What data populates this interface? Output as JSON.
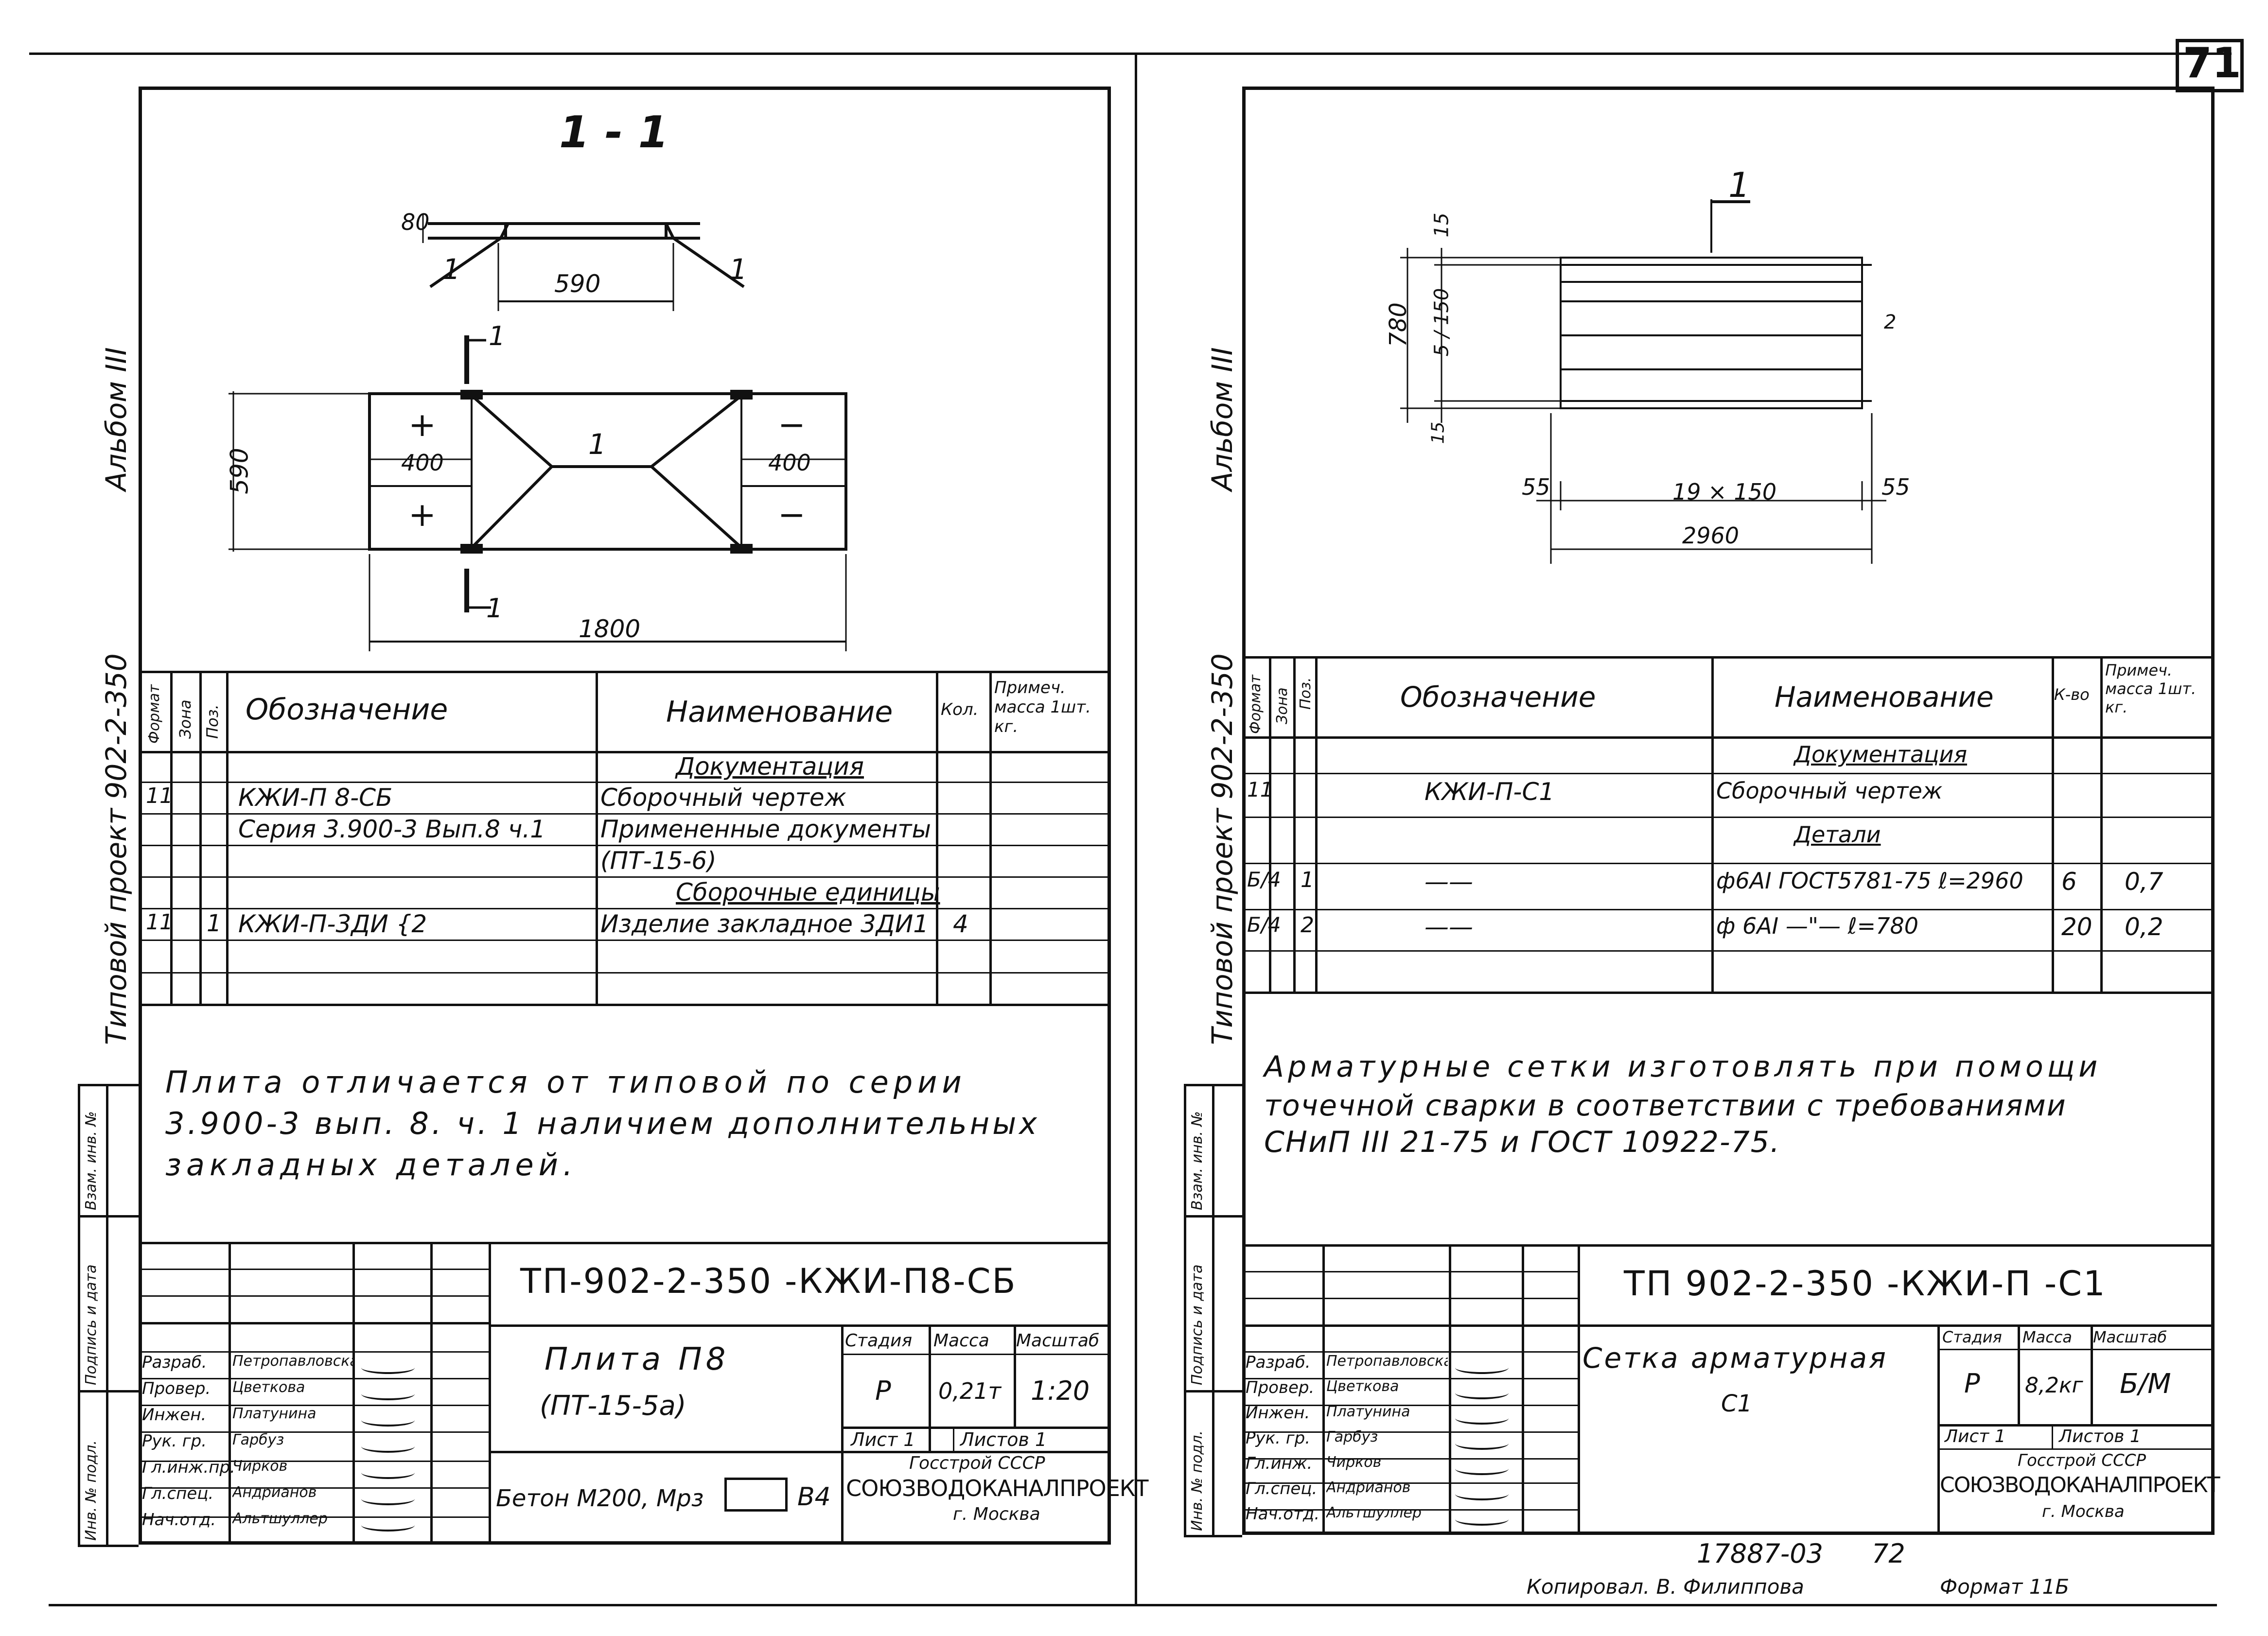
{
  "sheet_number": "71",
  "left": {
    "section_title": "1 - 1",
    "album": "Альбом III",
    "project": "Типовой проект 902-2-350",
    "side_cells": [
      "Инв. № подл.",
      "Подпись и дата",
      "Взам. инв. №"
    ],
    "dims": {
      "d80": "80",
      "d590_top": "590",
      "lbl_1a": "1",
      "lbl_1b": "1",
      "d590_side": "590",
      "d400_left": "400",
      "d400_right": "400",
      "plus1": "+",
      "plus2": "+",
      "minus1": "−",
      "minus2": "−",
      "pos1": "1",
      "cut_top": "1",
      "cut_bottom": "1",
      "d1800": "1800"
    },
    "spec_headers": {
      "format": "Формат",
      "zone": "Зона",
      "pos": "Поз.",
      "designation": "Обозначение",
      "name": "Наименование",
      "qty": "Кол.",
      "note": "Примеч. масса 1шт. кг."
    },
    "spec_rows": [
      {
        "format": "",
        "pos": "",
        "designation": "",
        "name": "Документация",
        "qty": "",
        "underline": true
      },
      {
        "format": "11",
        "pos": "",
        "designation": "КЖИ-П 8-СБ",
        "name": "Сборочный чертеж",
        "qty": ""
      },
      {
        "format": "",
        "pos": "",
        "designation": "Серия 3.900-3 Вып.8 ч.1",
        "name": "Примененные документы",
        "qty": ""
      },
      {
        "format": "",
        "pos": "",
        "designation": "",
        "name": "(ПТ-15-6)",
        "qty": ""
      },
      {
        "format": "",
        "pos": "",
        "designation": "",
        "name": "Сборочные единицы",
        "qty": "",
        "underline": true
      },
      {
        "format": "11",
        "pos": "1",
        "designation": "КЖИ-П-3ДИ {2",
        "name": "Изделие закладное 3ДИ1",
        "qty": "4"
      }
    ],
    "note": [
      "Плита отличается от типовой по серии",
      "3.900-3 вып. 8. ч. 1 наличием дополнительных",
      "закладных деталей."
    ],
    "stamp": {
      "code": "ТП-902-2-350 -КЖИ-П8-СБ",
      "title": "Плита П8",
      "subtitle": "(ПТ-15-5а)",
      "stage_h": "Стадия",
      "mass_h": "Масса",
      "scale_h": "Масштаб",
      "stage": "Р",
      "mass": "0,21т",
      "scale": "1:20",
      "sheet": "Лист 1",
      "sheets": "Листов 1",
      "material": "Бетон М200, Мрз",
      "material_b": "В4",
      "org1": "Госстрой СССР",
      "org2": "СОЮЗВОДОКАНАЛПРОЕКТ",
      "org3": "г. Москва",
      "roles": [
        {
          "role": "Разраб.",
          "name": "Петропавловская"
        },
        {
          "role": "Провер.",
          "name": "Цветкова"
        },
        {
          "role": "Инжен.",
          "name": "Платунина"
        },
        {
          "role": "Рук. гр.",
          "name": "Гарбуз"
        },
        {
          "role": "Гл.инж.пр.",
          "name": "Чирков"
        },
        {
          "role": "Гл.спец.",
          "name": "Андрианов"
        },
        {
          "role": "Нач.отд.",
          "name": "Альтшуллер"
        }
      ]
    }
  },
  "right": {
    "album": "Альбом III",
    "project": "Типовой проект 902-2-350",
    "side_cells": [
      "Инв. № подл.",
      "Подпись и дата",
      "Взам. инв. №"
    ],
    "dims": {
      "d15": "15",
      "d780": "780",
      "d5x150": "5 / 150",
      "d15b": "15",
      "cut": "1",
      "pos2": "2",
      "d55l": "55",
      "d19x150": "19 × 150",
      "d55r": "55",
      "d2960": "2960"
    },
    "spec_headers": {
      "format": "Формат",
      "zone": "Зона",
      "pos": "Поз.",
      "designation": "Обозначение",
      "name": "Наименование",
      "qty": "К-во",
      "note": "Примеч. масса 1шт. кг."
    },
    "spec_rows": [
      {
        "format": "",
        "pos": "",
        "designation": "",
        "name": "Документация",
        "qty": "",
        "note": "",
        "underline": true
      },
      {
        "format": "11",
        "pos": "",
        "designation": "КЖИ-П-С1",
        "name": "Сборочный чертеж",
        "qty": "",
        "note": ""
      },
      {
        "format": "",
        "pos": "",
        "designation": "",
        "name": "Детали",
        "qty": "",
        "note": "",
        "underline": true
      },
      {
        "format": "Б/4",
        "pos": "1",
        "designation": "——",
        "name": "ф6АI ГОСТ5781-75 ℓ=2960",
        "qty": "6",
        "note": "0,7"
      },
      {
        "format": "Б/4",
        "pos": "2",
        "designation": "——",
        "name": "ф 6АI —\"— ℓ=780",
        "qty": "20",
        "note": "0,2"
      },
      {
        "format": "",
        "pos": "",
        "designation": "",
        "name": "",
        "qty": "",
        "note": ""
      }
    ],
    "note": [
      "Арматурные сетки изготовлять при помощи",
      "точечной сварки в соответствии с требованиями",
      "СНиП III 21-75 и ГОСТ 10922-75."
    ],
    "stamp": {
      "code": "ТП 902-2-350 -КЖИ-П -С1",
      "title": "Сетка арматурная",
      "subtitle": "С1",
      "stage_h": "Стадия",
      "mass_h": "Масса",
      "scale_h": "Масштаб",
      "stage": "Р",
      "mass": "8,2кг",
      "scale": "Б/М",
      "sheet": "Лист 1",
      "sheets": "Листов 1",
      "org1": "Госстрой СССР",
      "org2": "СОЮЗВОДОКАНАЛПРОЕКТ",
      "org3": "г. Москва",
      "roles": [
        {
          "role": "Разраб.",
          "name": "Петропавловская"
        },
        {
          "role": "Провер.",
          "name": "Цветкова"
        },
        {
          "role": "Инжен.",
          "name": "Платунина"
        },
        {
          "role": "Рук. гр.",
          "name": "Гарбуз"
        },
        {
          "role": "Гл.инж.",
          "name": "Чирков"
        },
        {
          "role": "Гл.спец.",
          "name": "Андрианов"
        },
        {
          "role": "Нач.отд.",
          "name": "Альтшуллер"
        }
      ]
    }
  },
  "footer": {
    "number": "17887-03",
    "page": "72",
    "copied": "Копировал. В. Филиппова",
    "format": "Формат 11Б"
  }
}
